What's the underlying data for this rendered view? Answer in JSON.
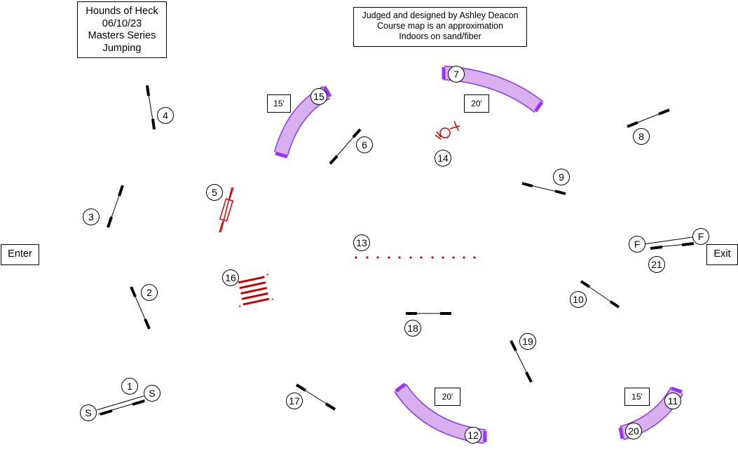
{
  "header": {
    "lines": [
      "Hounds of Heck",
      "06/10/23",
      "Masters Series",
      "Jumping"
    ]
  },
  "judge_note": {
    "lines": [
      "Judged and designed by Ashley Deacon",
      "Course map is an approximation",
      "Indoors on sand/fiber"
    ]
  },
  "enter_label": "Enter",
  "exit_label": "Exit",
  "tunnel_lengths": [
    "15'",
    "20'",
    "20'",
    "15'"
  ],
  "numbers": {
    "n1": "1",
    "n2": "2",
    "n3": "3",
    "n4": "4",
    "n5": "5",
    "n6": "6",
    "n7": "7",
    "n8": "8",
    "n9": "9",
    "n10": "10",
    "n11": "11",
    "n12": "12",
    "n13": "13",
    "n14": "14",
    "n15": "15",
    "n16": "16",
    "n17": "17",
    "n18": "18",
    "n19": "19",
    "n20": "20",
    "n21": "21",
    "start_a": "S",
    "start_b": "S",
    "finish_a": "F",
    "finish_b": "F"
  },
  "colors": {
    "tunnel_fill": "#d8b0f0",
    "tunnel_edge": "#8a3bd8",
    "tunnel_end": "#9b30ff",
    "red_obstacle": "#cc0000",
    "jump_line": "#000000"
  }
}
